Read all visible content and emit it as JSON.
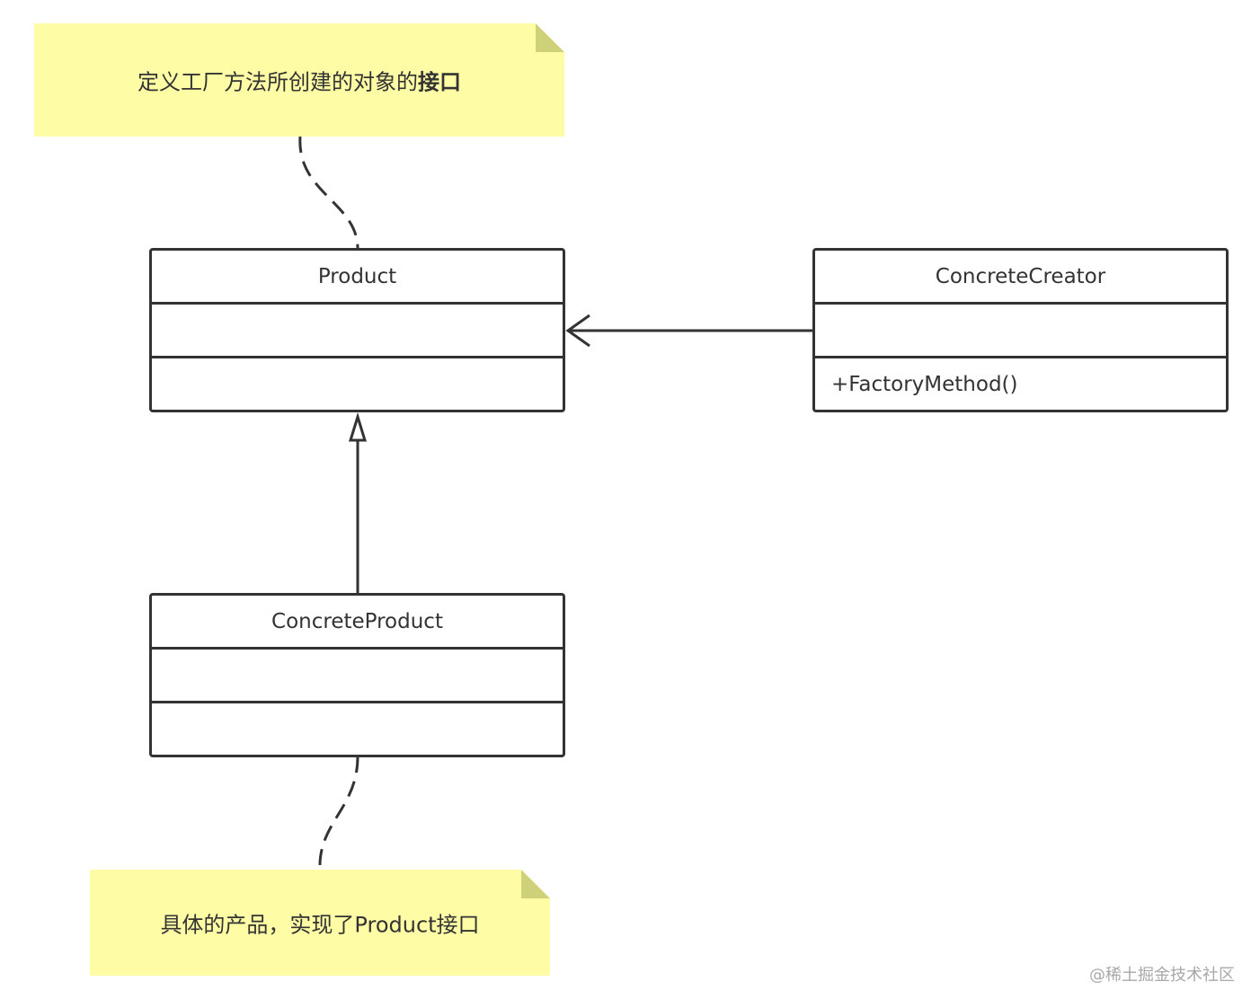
{
  "notes": {
    "top": {
      "text_prefix": "定义工厂方法所创建的对象的",
      "text_bold": "接口"
    },
    "bottom": {
      "text": "具体的产品，实现了Product接口"
    }
  },
  "classes": {
    "product": {
      "name": "Product",
      "attributes": "",
      "methods": ""
    },
    "concrete_creator": {
      "name": "ConcreteCreator",
      "attributes": "",
      "methods": "+FactoryMethod()"
    },
    "concrete_product": {
      "name": "ConcreteProduct",
      "attributes": "",
      "methods": ""
    }
  },
  "relations": [
    {
      "type": "dependency",
      "from": "ConcreteCreator",
      "to": "Product"
    },
    {
      "type": "realization",
      "from": "ConcreteProduct",
      "to": "Product"
    }
  ],
  "watermark": "@稀土掘金技术社区",
  "colors": {
    "note_fill": "#fffca6",
    "note_fold": "#cfd07a",
    "stroke": "#333333",
    "watermark": "#a8a8a8"
  }
}
